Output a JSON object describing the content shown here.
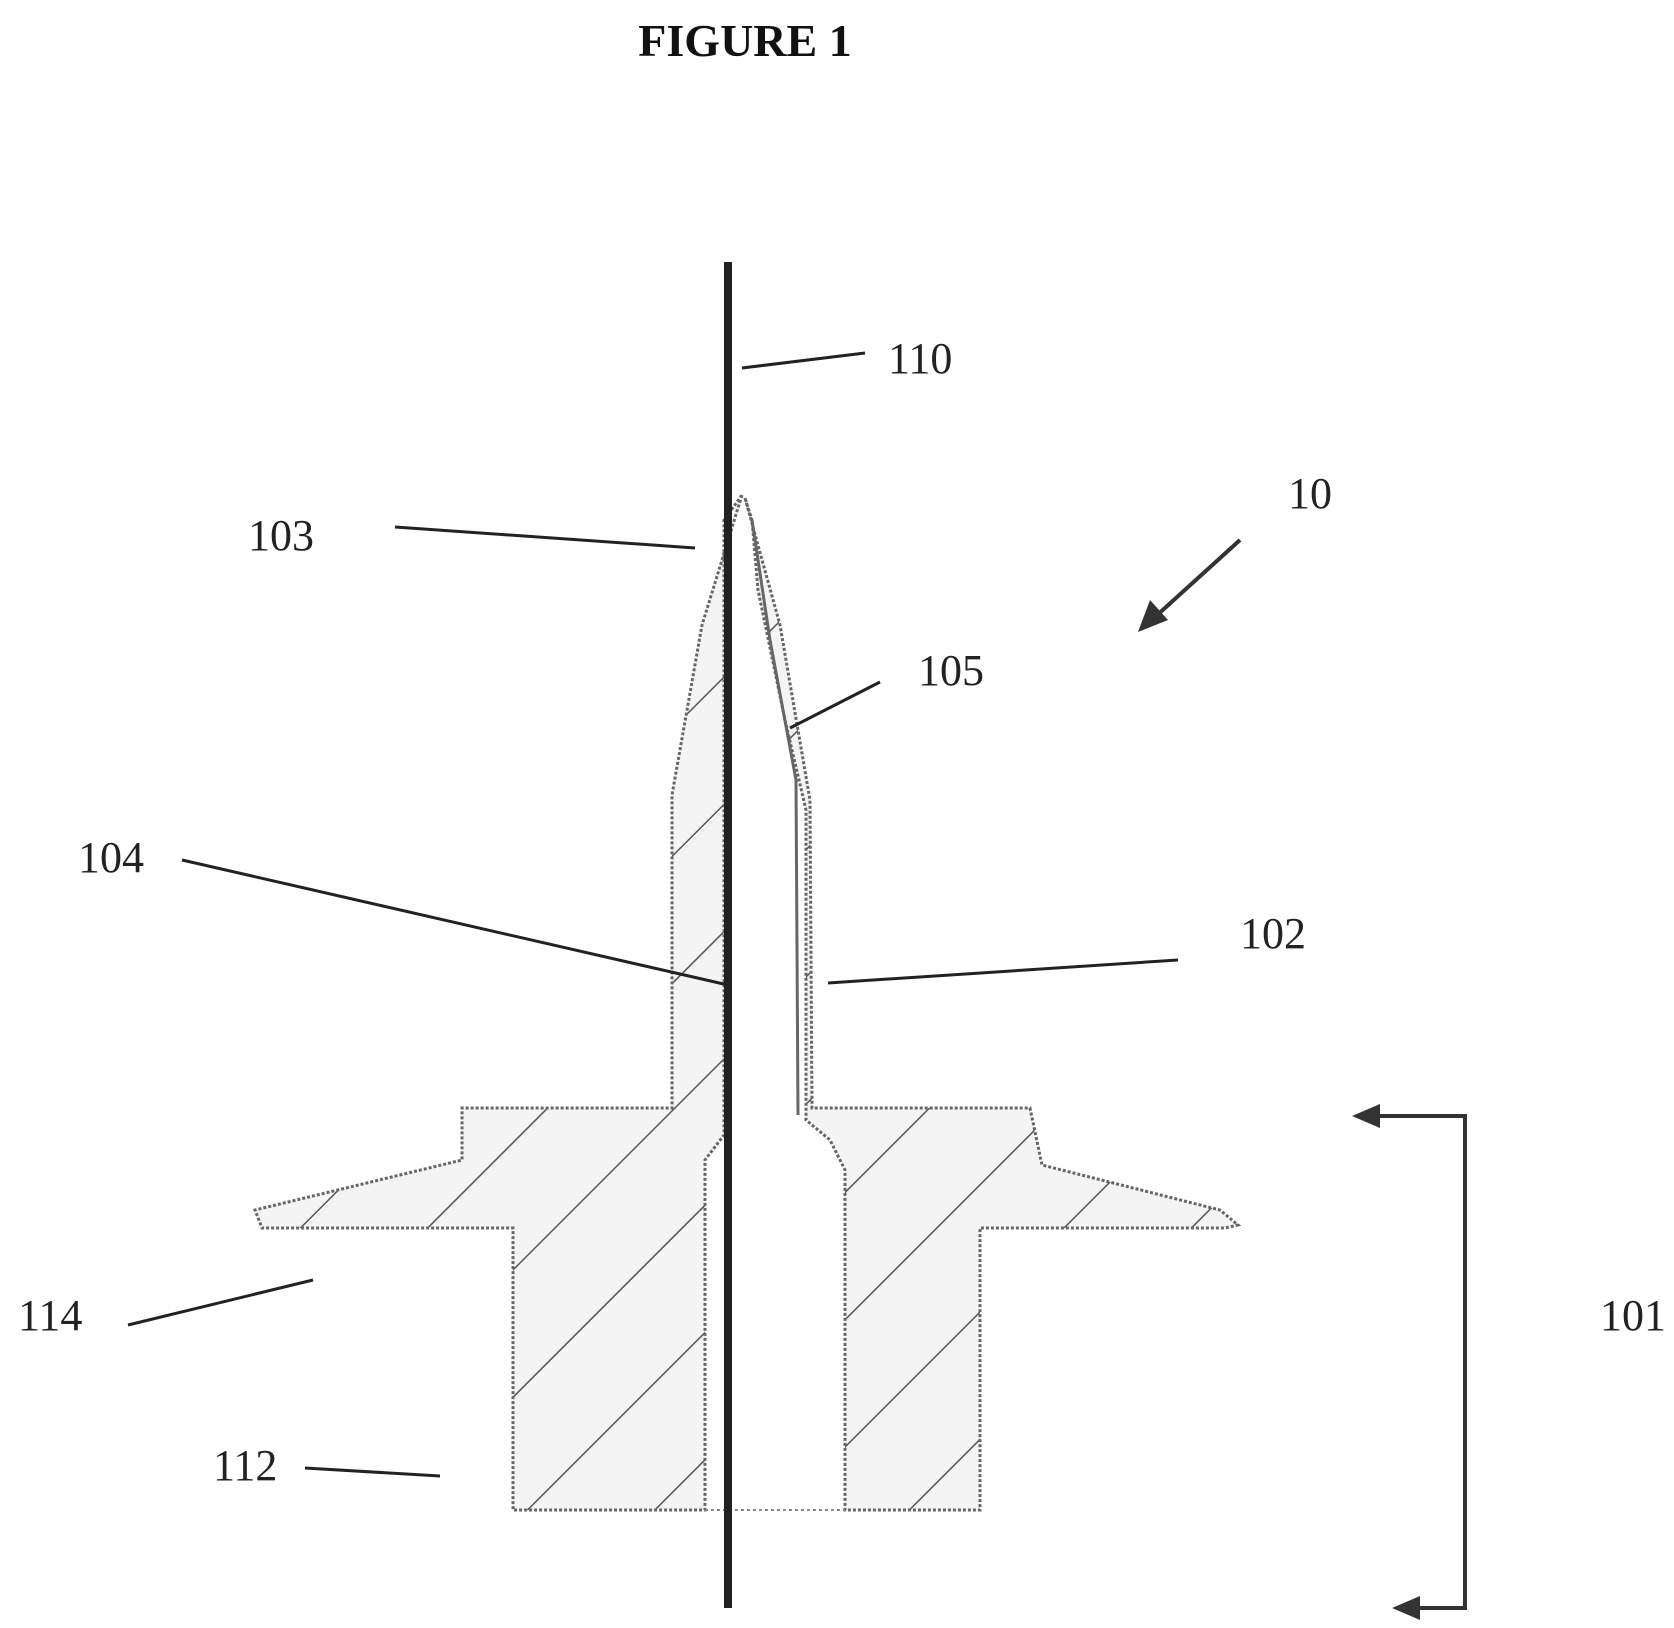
{
  "figure": {
    "title": "FIGURE 1"
  },
  "labels": {
    "guidewire": "110",
    "device": "10",
    "tip": "103",
    "outer_wall": "105",
    "lumen": "104",
    "shaft": "102",
    "flange": "114",
    "hub": "112",
    "length_span": "101"
  }
}
